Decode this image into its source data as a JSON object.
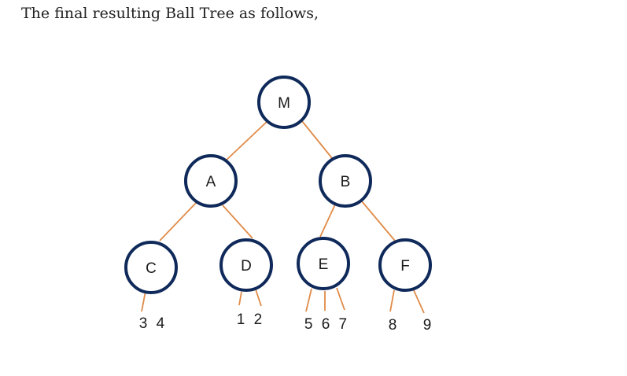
{
  "caption": "The final resulting Ball Tree as follows,",
  "colors": {
    "node_stroke": "#0f2a5a",
    "edge": "#e08b48",
    "text": "#1a1a1a"
  },
  "tree": {
    "nodes": {
      "M": "M",
      "A": "A",
      "B": "B",
      "C": "C",
      "D": "D",
      "E": "E",
      "F": "F"
    },
    "leaves": {
      "C": "3 4",
      "D": "1 2",
      "E": "5 6 7",
      "F_8": "8",
      "F_9": "9"
    }
  }
}
